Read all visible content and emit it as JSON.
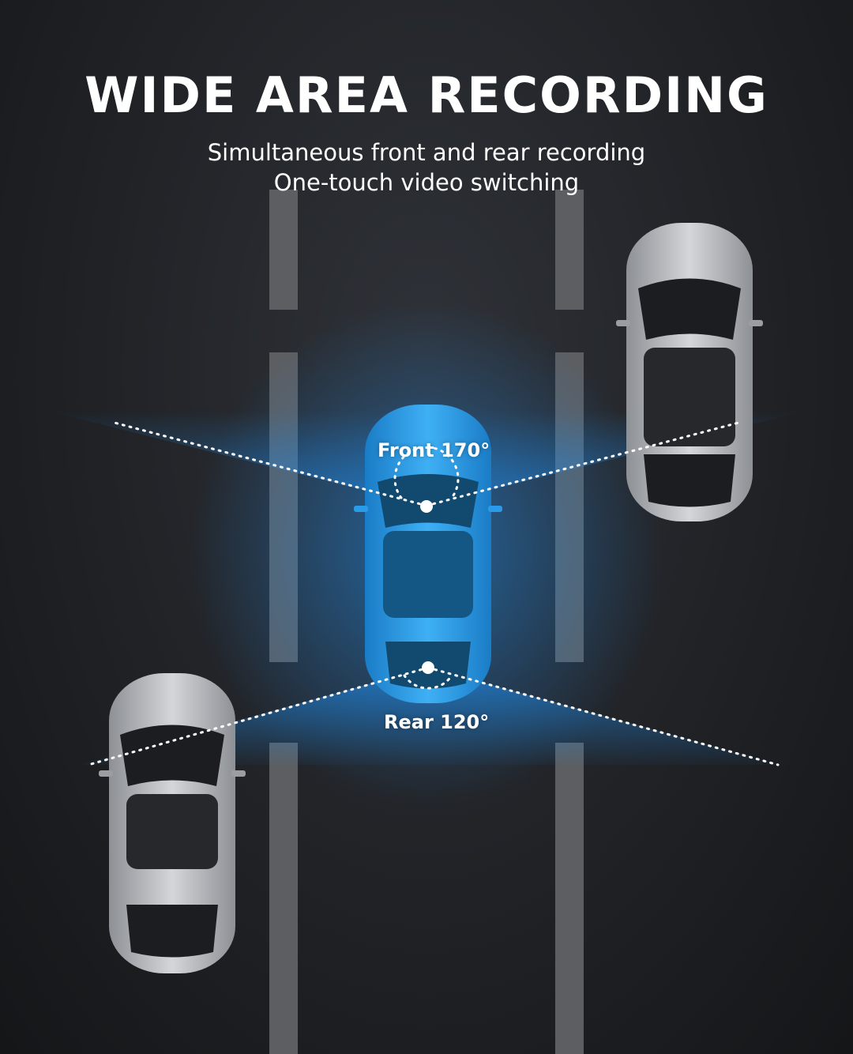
{
  "headline": "WIDE AREA RECORDING",
  "subtitle": {
    "line1": "Simultaneous front and rear recording",
    "line2": "One-touch video switching"
  },
  "cameras": {
    "front": {
      "label": "Front 170°",
      "angle_degrees": 170
    },
    "rear": {
      "label": "Rear 120°",
      "angle_degrees": 120
    }
  },
  "colors": {
    "background": "#202226",
    "road_marking": "#5c5e61",
    "ego_car": "#2a9be8",
    "beam": "#1f8ff0",
    "other_car": "#bfc2c6",
    "text": "#ffffff"
  }
}
